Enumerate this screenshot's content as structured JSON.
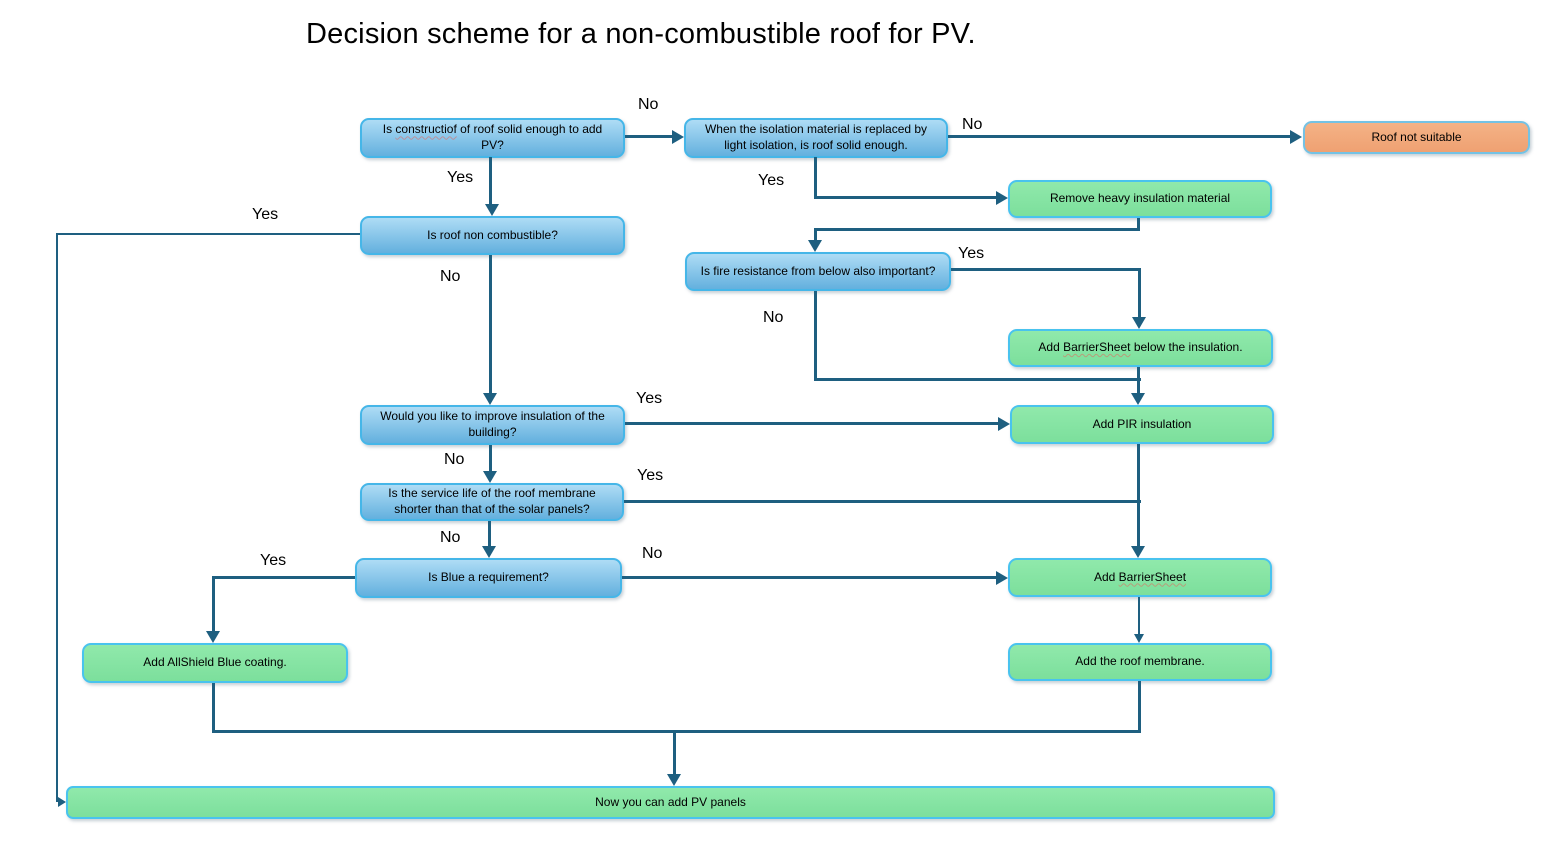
{
  "title": "Decision scheme for a non-combustible roof for PV.",
  "colors": {
    "question_fill_top": "#aedcf5",
    "question_fill_bottom": "#63b0de",
    "question_border": "#45b6e8",
    "action_fill_top": "#90e9ab",
    "action_fill_bottom": "#7cdf9c",
    "action_border": "#49c3ee",
    "terminal_fill_top": "#f4b286",
    "terminal_fill_bottom": "#efa172",
    "terminal_border": "#74c2e4",
    "connector": "#1e5f80",
    "label_color": "#000000"
  },
  "nodes": {
    "q_solid": {
      "text": "Is constructiof of roof solid enough to add PV?",
      "type": "question"
    },
    "q_isolation": {
      "text": "When the isolation material is replaced by light isolation, is roof solid enough.",
      "type": "question"
    },
    "t_not_suitable": {
      "text": "Roof not suitable",
      "type": "terminal"
    },
    "a_remove_insulation": {
      "text": "Remove heavy insulation material",
      "type": "action"
    },
    "q_non_combustible": {
      "text": "Is roof non combustible?",
      "type": "question"
    },
    "q_fire_resistance": {
      "text": "Is fire resistance from below also important?",
      "type": "question"
    },
    "a_barriersheet_below": {
      "text": "Add BarrierSheet below the insulation.",
      "type": "action"
    },
    "q_improve_insulation": {
      "text": "Would you like to improve insulation of the building?",
      "type": "question"
    },
    "a_pir": {
      "text": "Add PIR insulation",
      "type": "action"
    },
    "q_service_life": {
      "text": "Is the service life of the roof membrane shorter than that of the solar panels?",
      "type": "question"
    },
    "q_blue": {
      "text": "Is Blue a requirement?",
      "type": "question"
    },
    "a_barriersheet": {
      "text": "Add BarrierSheet",
      "type": "action"
    },
    "a_roof_membrane": {
      "text": "Add the roof membrane.",
      "type": "action"
    },
    "a_allshield": {
      "text": "Add AllShield Blue coating.",
      "type": "action"
    },
    "a_pv_panels": {
      "text": "Now you can add PV panels",
      "type": "action"
    }
  },
  "edge_labels": {
    "no_solid": "No",
    "yes_solid": "Yes",
    "no_isolation": "No",
    "yes_isolation": "Yes",
    "yes_non_combustible": "Yes",
    "no_non_combustible": "No",
    "yes_fire": "Yes",
    "no_fire": "No",
    "yes_improve": "Yes",
    "no_improve": "No",
    "yes_service": "Yes",
    "no_service": "No",
    "yes_blue": "Yes",
    "no_blue": "No"
  },
  "misspelled_words": [
    "constructiof",
    "BarrierSheet"
  ]
}
